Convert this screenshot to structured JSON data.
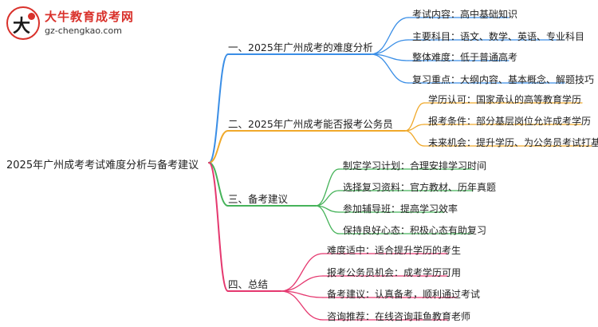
{
  "logo": {
    "title": "大牛教育成考网",
    "url": "gz-chengkao.com"
  },
  "root": "2025年广州成考考试难度分析与备考建议",
  "branches": [
    {
      "label": "一、2025年广州成考的难度分析",
      "color": "#3a8ee6",
      "leaves": [
        "考试内容：高中基础知识",
        "主要科目：语文、数学、英语、专业科目",
        "整体难度：低于普通高考",
        "复习重点：大纲内容、基本概念、解题技巧"
      ]
    },
    {
      "label": "二、2025年广州成考能否报考公务员",
      "color": "#f0a92b",
      "leaves": [
        "学历认可：国家承认的高等教育学历",
        "报考条件：部分基层岗位允许成考学历",
        "未来机会：提升学历、为公务员考试打基础"
      ]
    },
    {
      "label": "三、备考建议",
      "color": "#46b35a",
      "leaves": [
        "制定学习计划：合理安排学习时间",
        "选择复习资料：官方教材、历年真题",
        "参加辅导班：提高学习效率",
        "保持良好心态：积极心态有助复习"
      ]
    },
    {
      "label": "四、总结",
      "color": "#e5386f",
      "leaves": [
        "难度适中：适合提升学历的考生",
        "报考公务员机会：成考学历可用",
        "备考建议：认真备考，顺利通过考试",
        "咨询推荐：在线咨询菲鱼教育老师"
      ]
    }
  ]
}
